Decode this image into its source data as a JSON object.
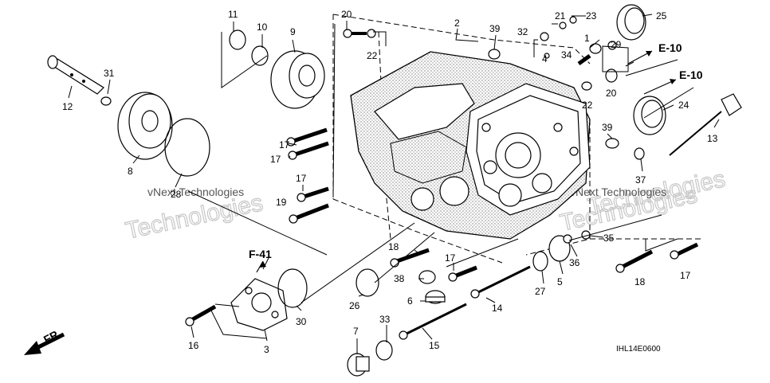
{
  "diagram": {
    "labels": [
      {
        "id": "p11",
        "text": "11"
      },
      {
        "id": "p10",
        "text": "10"
      },
      {
        "id": "p9",
        "text": "9"
      },
      {
        "id": "p20a",
        "text": "20"
      },
      {
        "id": "p22a",
        "text": "22"
      },
      {
        "id": "p2",
        "text": "2"
      },
      {
        "id": "p39a",
        "text": "39"
      },
      {
        "id": "p21",
        "text": "21"
      },
      {
        "id": "p23",
        "text": "23"
      },
      {
        "id": "p32",
        "text": "32"
      },
      {
        "id": "p4",
        "text": "4"
      },
      {
        "id": "p25",
        "text": "25"
      },
      {
        "id": "p1",
        "text": "1"
      },
      {
        "id": "p29",
        "text": "29"
      },
      {
        "id": "p34",
        "text": "34"
      },
      {
        "id": "p20b",
        "text": "20"
      },
      {
        "id": "p22b",
        "text": "22"
      },
      {
        "id": "p24",
        "text": "24"
      },
      {
        "id": "p13",
        "text": "13"
      },
      {
        "id": "p31",
        "text": "31"
      },
      {
        "id": "p12",
        "text": "12"
      },
      {
        "id": "p8",
        "text": "8"
      },
      {
        "id": "p28",
        "text": "28"
      },
      {
        "id": "p17a",
        "text": "17"
      },
      {
        "id": "p17b",
        "text": "17"
      },
      {
        "id": "p17c",
        "text": "17"
      },
      {
        "id": "p19",
        "text": "19"
      },
      {
        "id": "p39b",
        "text": "39"
      },
      {
        "id": "p37",
        "text": "37"
      },
      {
        "id": "p18a",
        "text": "18"
      },
      {
        "id": "p17d",
        "text": "17"
      },
      {
        "id": "p35",
        "text": "35"
      },
      {
        "id": "p36",
        "text": "36"
      },
      {
        "id": "p38",
        "text": "38"
      },
      {
        "id": "p6",
        "text": "6"
      },
      {
        "id": "p26",
        "text": "26"
      },
      {
        "id": "p27",
        "text": "27"
      },
      {
        "id": "p5",
        "text": "5"
      },
      {
        "id": "p14",
        "text": "14"
      },
      {
        "id": "p18b",
        "text": "18"
      },
      {
        "id": "p17e",
        "text": "17"
      },
      {
        "id": "p30",
        "text": "30"
      },
      {
        "id": "p3",
        "text": "3"
      },
      {
        "id": "p16",
        "text": "16"
      },
      {
        "id": "p7",
        "text": "7"
      },
      {
        "id": "p33",
        "text": "33"
      },
      {
        "id": "p15",
        "text": "15"
      }
    ],
    "references": {
      "e10_top": "E-10",
      "e10_mid": "E-10",
      "f41": "F-41",
      "fr": "FR."
    },
    "diagram_code": "IHL14E0600",
    "watermarks": {
      "small_left": "vNext Technologies",
      "small_right": "vNext Technologies",
      "big_left": "Technologies",
      "big_right": "Technologies",
      "big_right_top": "Technologies"
    }
  }
}
